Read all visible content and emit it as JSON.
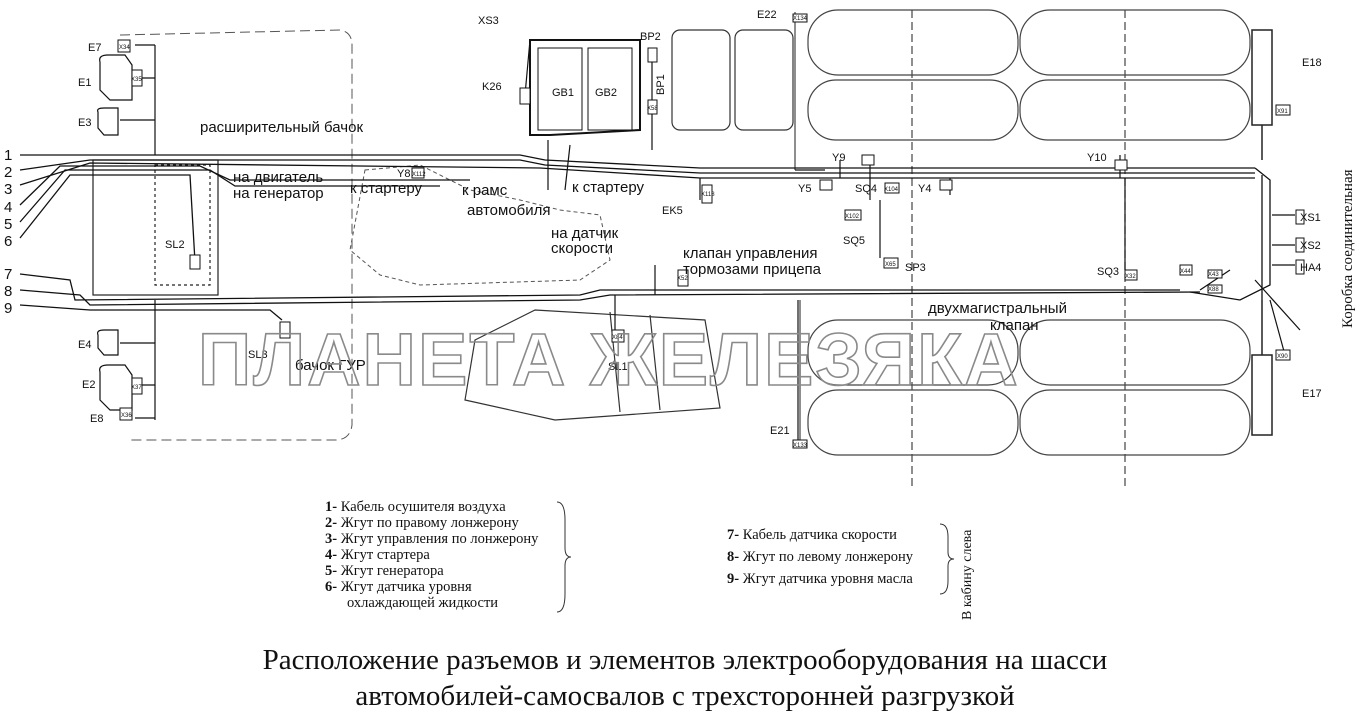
{
  "diagram": {
    "wire_numbers": [
      "1",
      "2",
      "3",
      "4",
      "5",
      "6",
      "7",
      "8",
      "9"
    ],
    "annotations": {
      "expansion_tank": "расширительный бачок",
      "to_engine": "на двигатель",
      "to_generator": "на генератор",
      "to_starter_1": "к стартеру",
      "to_frame": "к рамс",
      "of_vehicle": "автомобиля",
      "to_starter_2": "к стартеру",
      "to_speed_sensor_1": "на датчик",
      "to_speed_sensor_2": "скорости",
      "trailer_valve_1": "клапан управления",
      "trailer_valve_2": "тормозами прицепа",
      "twin_valve_1": "двухмагистральный",
      "twin_valve_2": "клапан",
      "gur_tank": "бачок ГУР",
      "junction_box": "Коробка соединительная"
    },
    "components": {
      "E7": "E7",
      "E1": "E1",
      "E3": "E3",
      "E4": "E4",
      "E2": "E2",
      "E8": "E8",
      "E22": "E22",
      "E21": "E21",
      "E18": "E18",
      "E17": "E17",
      "XS3": "XS3",
      "K26": "K26",
      "GB1": "GB1",
      "GB2": "GB2",
      "BP2": "BP2",
      "BP1": "BP1",
      "EK5": "EK5",
      "Y8": "Y8",
      "Y9": "Y9",
      "Y5": "Y5",
      "SQ4": "SQ4",
      "Y4": "Y4",
      "Y10": "Y10",
      "SQ5": "SQ5",
      "SP3": "SP3",
      "SQ3": "SQ3",
      "SL2": "SL2",
      "SL3": "SL3",
      "SL1": "SL1",
      "XS1": "XS1",
      "XS2": "XS2",
      "HA4": "HA4"
    },
    "connectors": {
      "x34": "X34",
      "x35": "X35",
      "x36": "X36",
      "x58": "X58",
      "x118": "X118",
      "x104": "X104",
      "x102": "X102",
      "x65": "X65",
      "x52": "X52",
      "x84": "X84",
      "x37": "X37",
      "x32": "X32",
      "x88": "X88",
      "x90": "X90",
      "x91": "X91",
      "x133": "X133",
      "x134": "X134",
      "x112": "X112",
      "x43": "X43",
      "x44": "X44"
    },
    "watermark": "ПЛАНЕТА ЖЕЛЕЗЯКА"
  },
  "legend_left": [
    {
      "num": "1-",
      "text": " Кабель осушителя воздуха"
    },
    {
      "num": "2-",
      "text": " Жгут по правому лонжерону"
    },
    {
      "num": "3-",
      "text": " Жгут управления по лонжерону"
    },
    {
      "num": "4-",
      "text": " Жгут стартера"
    },
    {
      "num": "5-",
      "text": " Жгут генератора"
    },
    {
      "num": "6-",
      "text": " Жгут датчика уровня"
    },
    {
      "num": "",
      "text": "охлаждающей жидкости"
    }
  ],
  "legend_right": [
    {
      "num": "7-",
      "text": " Кабель датчика скорости"
    },
    {
      "num": "8-",
      "text": " Жгут по левому лонжерону"
    },
    {
      "num": "9-",
      "text": " Жгут датчика уровня масла"
    }
  ],
  "cabin_note": "В кабину слева",
  "caption": {
    "line1": "Расположение разъемов и элементов электрооборудования  на шасси",
    "line2": "автомобилей-самосвалов с трехсторонней разгрузкой"
  }
}
